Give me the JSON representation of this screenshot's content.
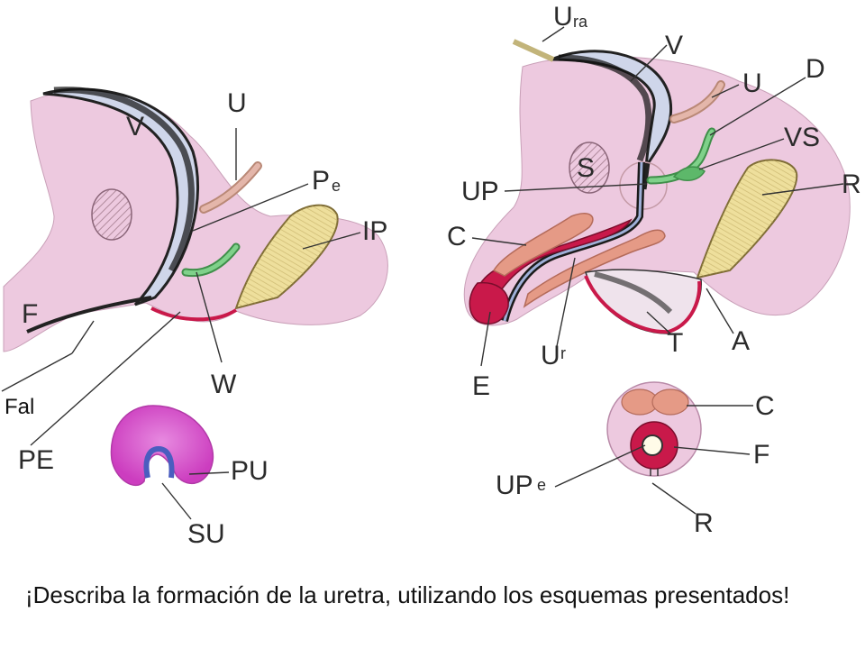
{
  "question": "¡Describa la formación de la uretra, utilizando los esquemas presentados!",
  "left_diagram": {
    "labels": {
      "V": "V",
      "U": "U",
      "Pe_main": "P",
      "Pe_sub": "e",
      "IP": "IP",
      "F": "F",
      "W": "W",
      "PE": "PE",
      "Fal": "Fal"
    }
  },
  "left_section": {
    "labels": {
      "PU": "PU",
      "SU": "SU"
    }
  },
  "right_diagram": {
    "labels": {
      "Ura_main": "U",
      "Ura_sub": "ra",
      "V": "V",
      "U": "U",
      "D": "D",
      "VS": "VS",
      "S": "S",
      "UP": "UP",
      "R": "R",
      "C": "C",
      "E": "E",
      "Ur_main": "U",
      "Ur_sub": "r",
      "T": "T",
      "A": "A"
    }
  },
  "right_section": {
    "labels": {
      "C": "C",
      "F": "F",
      "UPe_main": "UP",
      "UPe_sub": "e",
      "R": "R"
    }
  },
  "colors": {
    "tissue_pink": "#edc9df",
    "bladder_dark": "#1b1b1b",
    "ureter": "#d7a79a",
    "wolffian_green": "#5db86a",
    "prostate_yellow": "#eedf9c",
    "urethra_red": "#c9194a",
    "corpus_salmon": "#e59a86",
    "section_magenta": "#d450c8"
  }
}
